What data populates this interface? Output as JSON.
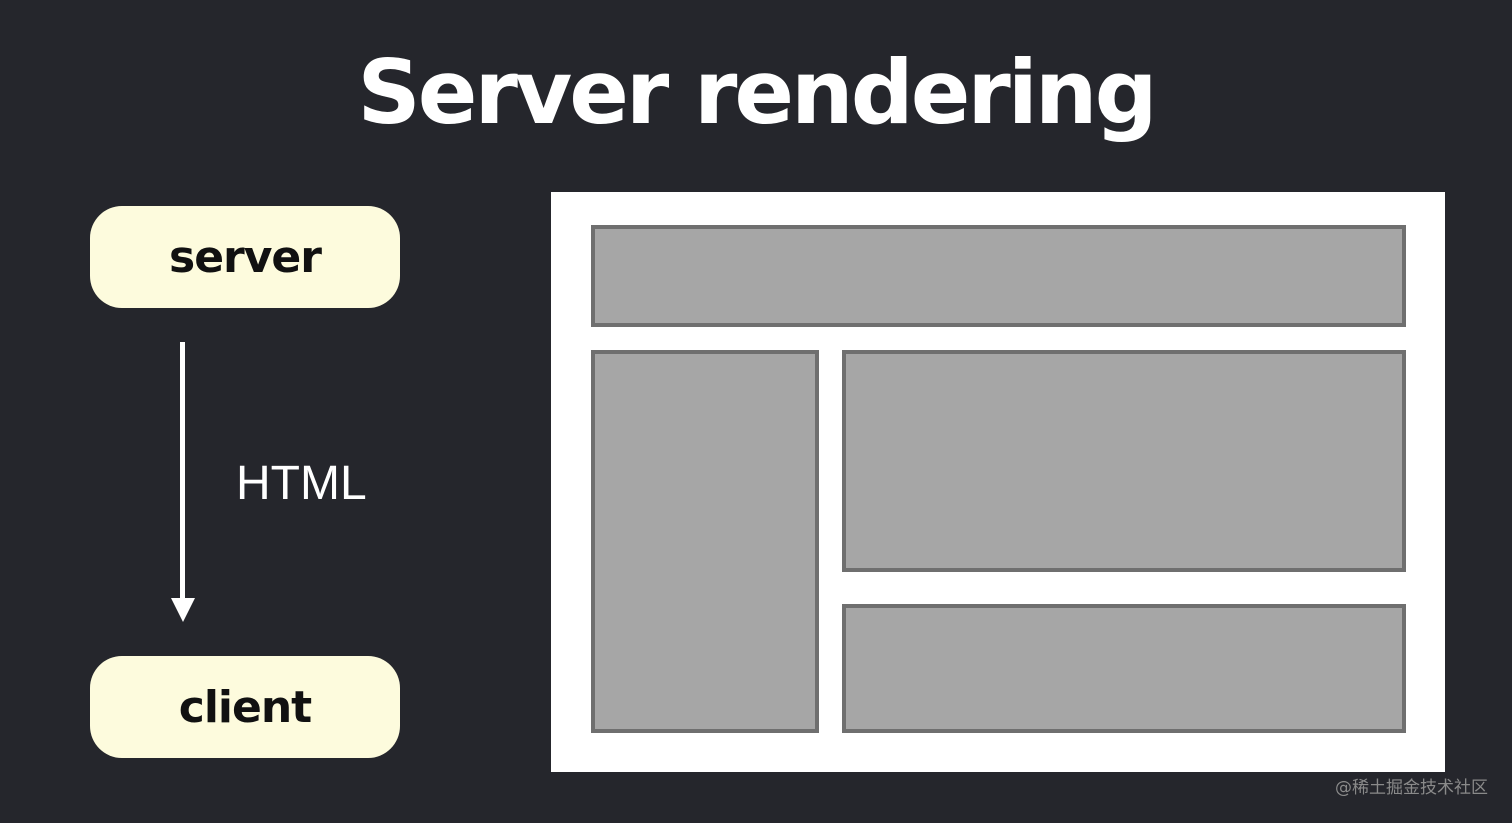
{
  "slide": {
    "title": "Server rendering"
  },
  "diagram": {
    "nodes": {
      "server": "server",
      "client": "client"
    },
    "edge_label": "HTML"
  },
  "watermark": "@稀土掘金技术社区",
  "colors": {
    "background": "#25262c",
    "node_fill": "#fdfbdd",
    "block_fill": "#a6a6a6",
    "block_border": "#6f6f6f",
    "page_fill": "#ffffff"
  }
}
